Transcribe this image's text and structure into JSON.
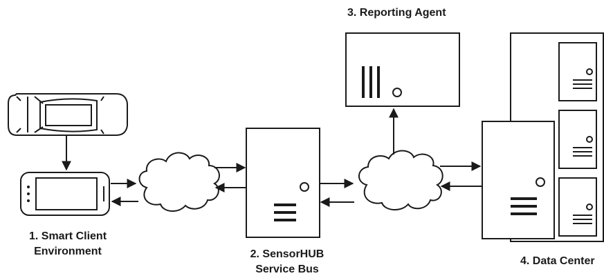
{
  "diagram": {
    "labels": {
      "smart_client_line1": "1. Smart Client",
      "smart_client_line2": "Environment",
      "service_bus_line1": "2. SensorHUB",
      "service_bus_line2": "Service Bus",
      "reporting_agent": "3. Reporting Agent",
      "data_center": "4. Data Center"
    },
    "colors": {
      "stroke": "#1a1a1a",
      "fill": "#ffffff"
    }
  }
}
